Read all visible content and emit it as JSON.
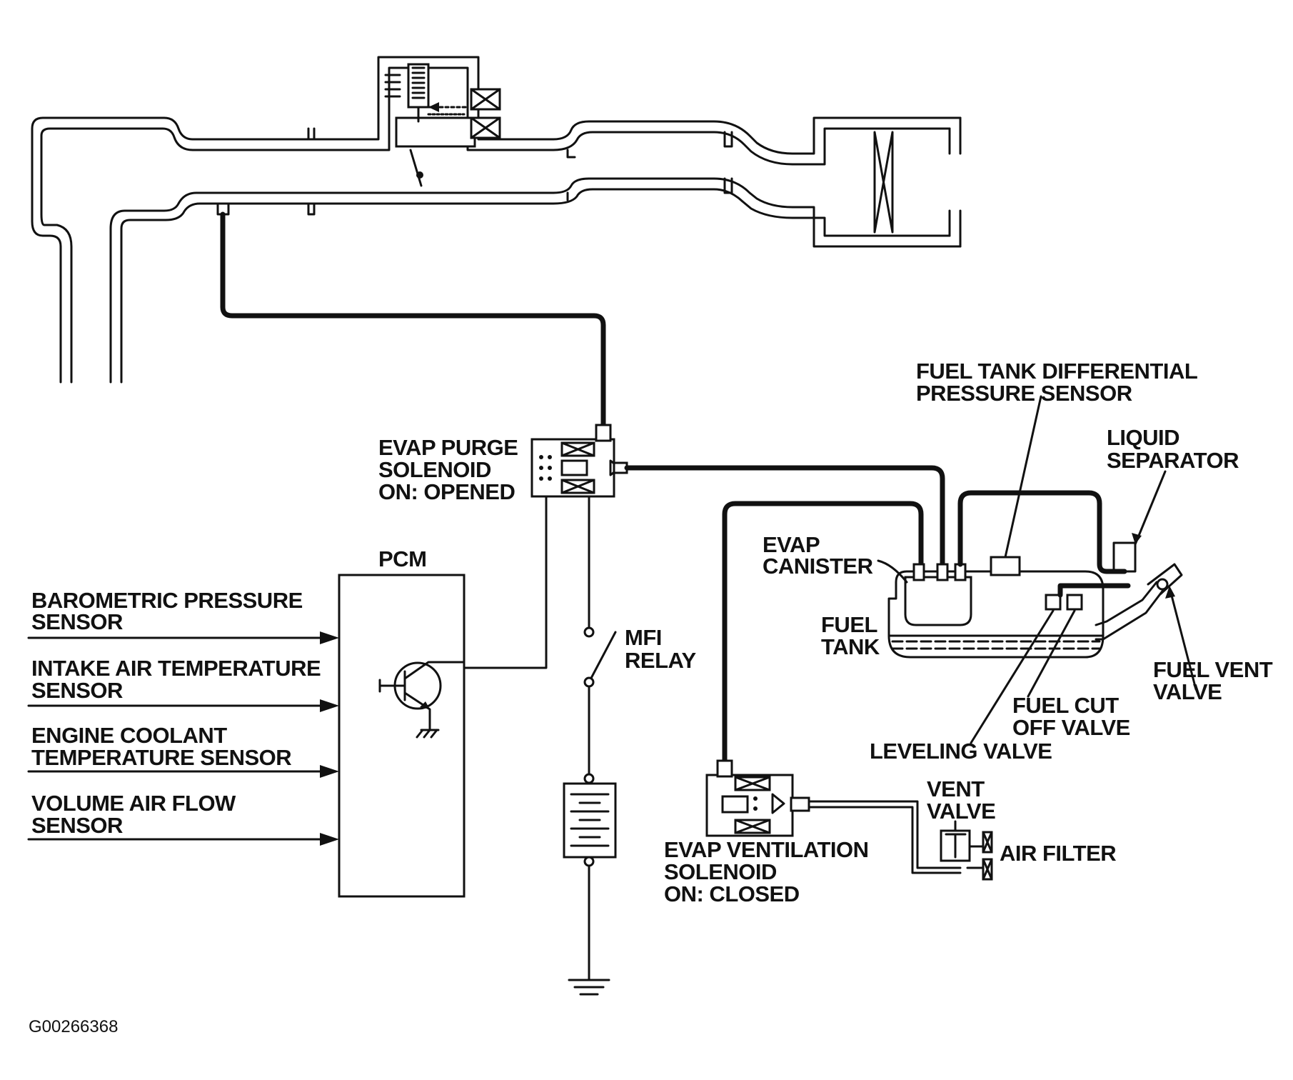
{
  "labels": {
    "evap_purge_solenoid": [
      "EVAP PURGE",
      "SOLENOID",
      "ON: OPENED"
    ],
    "pcm": "PCM",
    "barometric": [
      "BAROMETRIC PRESSURE",
      "SENSOR"
    ],
    "intake_air": [
      "INTAKE AIR TEMPERATURE",
      "SENSOR"
    ],
    "coolant": [
      "ENGINE COOLANT",
      "TEMPERATURE SENSOR"
    ],
    "volume_air": [
      "VOLUME AIR FLOW",
      "SENSOR"
    ],
    "mfi_relay": [
      "MFI",
      "RELAY"
    ],
    "fuel_tank_diff": [
      "FUEL TANK DIFFERENTIAL",
      "PRESSURE SENSOR"
    ],
    "liquid_separator": [
      "LIQUID",
      "SEPARATOR"
    ],
    "evap_canister": [
      "EVAP",
      "CANISTER"
    ],
    "fuel_tank": [
      "FUEL",
      "TANK"
    ],
    "fuel_vent_valve": [
      "FUEL VENT",
      "VALVE"
    ],
    "fuel_cut_off_valve": [
      "FUEL CUT",
      "OFF VALVE"
    ],
    "leveling_valve": "LEVELING VALVE",
    "vent_valve": [
      "VENT",
      "VALVE"
    ],
    "air_filter": "AIR FILTER",
    "evap_ventilation": [
      "EVAP VENTILATION",
      "SOLENOID",
      "ON: CLOSED"
    ]
  },
  "figure_code": "G00266368"
}
